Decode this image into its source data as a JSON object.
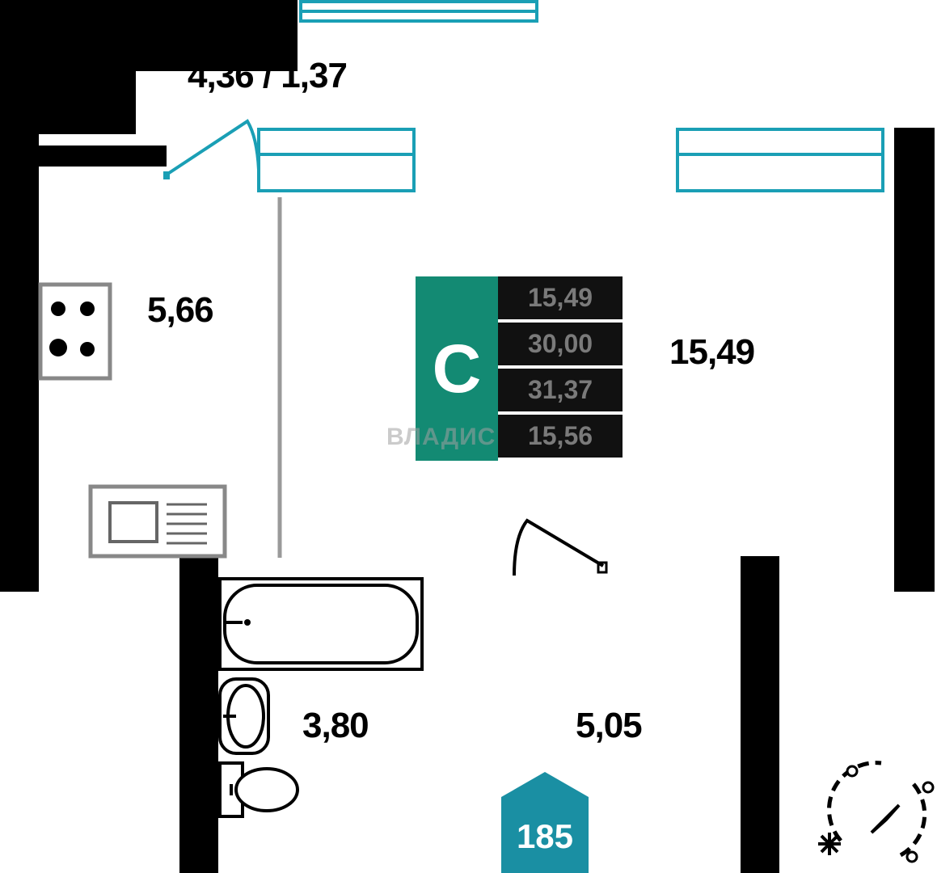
{
  "rooms": {
    "corridor_label": "4,36 / 1,37",
    "kitchen_area": "5,66",
    "living_area": "15,49",
    "bathroom_area": "3,80",
    "hall_area": "5,05"
  },
  "badge": {
    "letter": "C",
    "values": [
      "15,49",
      "30,00",
      "31,37",
      "15,56"
    ]
  },
  "watermark": "ВЛАДИС",
  "section_number": "185",
  "colors": {
    "wall": "#000000",
    "window": "#1a9fb5",
    "badge_green": "#138a73",
    "section_badge": "#1a8fa3"
  },
  "icons": [
    "stove-icon",
    "sink-icon",
    "bathtub-icon",
    "washbasin-icon",
    "toilet-icon",
    "compass-icon"
  ]
}
